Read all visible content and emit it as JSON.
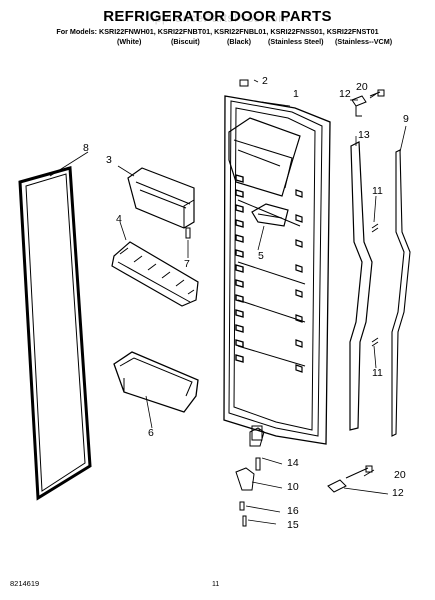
{
  "header": {
    "title": "REFRIGERATOR DOOR PARTS",
    "watermark": "AppliancePartsPros.com",
    "models_line": "For Models: KSRI22FNWH01, KSRI22FNBT01, KSRI22FNBL01, KSRI22FNSS01, KSRI22FNST01",
    "variants": [
      "(White)",
      "(Biscuit)",
      "(Black)",
      "(Stainless Steel)",
      "(Stainless--VCM)"
    ]
  },
  "callouts": [
    "1",
    "2",
    "3",
    "4",
    "5",
    "6",
    "7",
    "8",
    "9",
    "10",
    "11",
    "11",
    "12",
    "12",
    "13",
    "14",
    "15",
    "16",
    "20",
    "20"
  ],
  "footer": {
    "doc_number": "8214619",
    "page_number": "11"
  }
}
